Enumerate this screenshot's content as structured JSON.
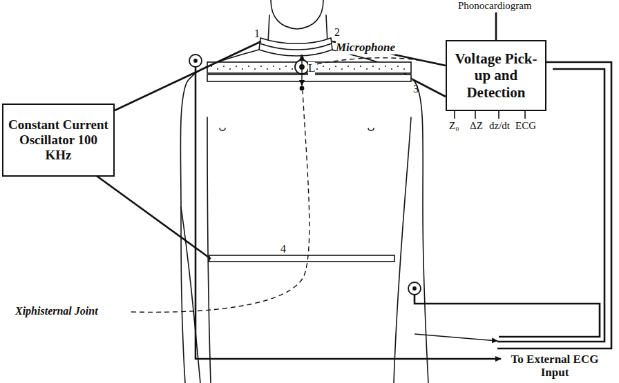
{
  "diagram": {
    "nodes": [
      {
        "text": [
          "Constant Current Oscillator 100 KHz"
        ]
      },
      {
        "text": [
          "Voltage Pick-up and Detection"
        ]
      }
    ],
    "labels": [
      "1",
      "2",
      "3",
      "4",
      "L",
      "Microphone",
      "Phonocardiogram",
      "Z₀",
      "ΔZ",
      "dz/dt",
      "ECG",
      "Xiphisternal Joint",
      "To External ECG Input"
    ]
  }
}
